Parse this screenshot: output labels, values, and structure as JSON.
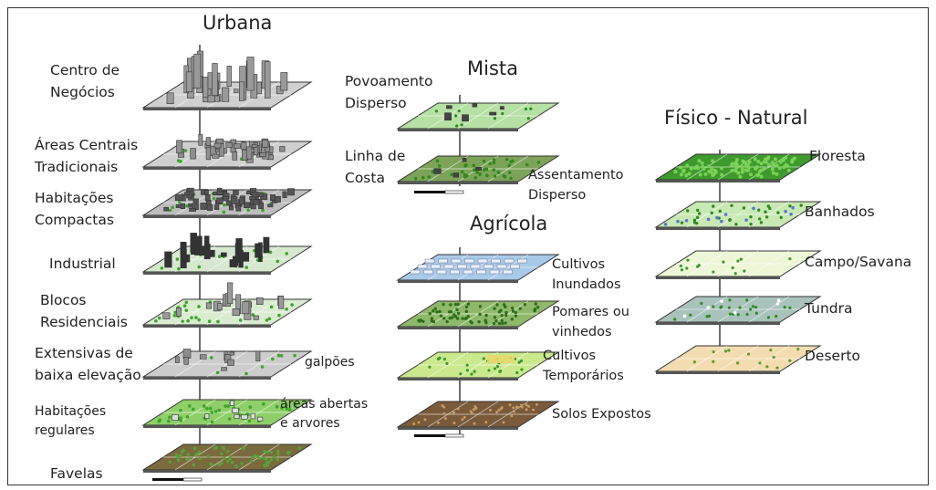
{
  "colors": {
    "border": "#333333",
    "urban_gray": "#bfbfbf",
    "green": "#6dc24a",
    "light_green": "#c9e8b6",
    "blue_field": "#a9c9e8",
    "brown": "#7a5a3a",
    "sand": "#f3ddb0",
    "stem": "#6e6e6e"
  },
  "groups": {
    "urbana": {
      "title": "Urbana",
      "labels": [
        "Centro de\nNegócios",
        "Áreas Centrais\nTradicionais",
        "Habitações\nCompactas",
        "Industrial",
        "Blocos\nResidenciais",
        "Extensivas de\nbaixa elevação",
        "galpões",
        "Habitações\nregulares",
        "áreas abertas\ne arvores",
        "Favelas"
      ]
    },
    "mista": {
      "title": "Mista",
      "labels": [
        "Povoamento\nDisperso",
        "Linha de\nCosta",
        "Assentamento\nDisperso"
      ]
    },
    "agricola": {
      "title": "Agrícola",
      "labels": [
        "Cultivos\nInundados",
        "Pomares ou\nvinhedos",
        "Cultivos\nTemporários",
        "Solos Expostos"
      ]
    },
    "fisico": {
      "title": "Físico - Natural",
      "labels": [
        "Floresta",
        "Banhados",
        "Campo/Savana",
        "Tundra",
        "Deserto"
      ]
    }
  }
}
